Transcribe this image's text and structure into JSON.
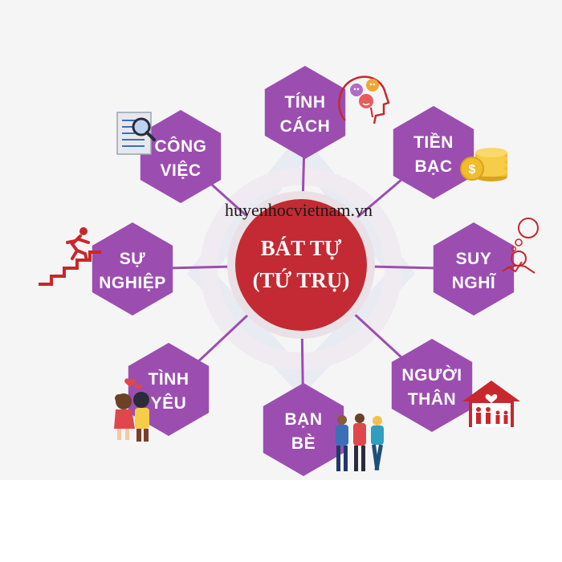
{
  "diagram": {
    "center": {
      "line1": "BÁT TỰ",
      "line2": "(TỨ TRỤ)"
    },
    "watermark": "huyenhocvietnam.vn",
    "nodes": [
      {
        "id": "tinh-cach",
        "line1": "TÍNH",
        "line2": "CÁCH",
        "icon": "emotion-faces-icon"
      },
      {
        "id": "tien-bac",
        "line1": "TIỀN",
        "line2": "BẠC",
        "icon": "gold-coins-icon"
      },
      {
        "id": "suy-nghi",
        "line1": "SUY",
        "line2": "NGHĨ",
        "icon": "thinking-person-icon"
      },
      {
        "id": "nguoi-than",
        "line1": "NGƯỜI",
        "line2": "THÂN",
        "icon": "family-house-icon"
      },
      {
        "id": "ban-be",
        "line1": "BẠN",
        "line2": "BÈ",
        "icon": "friends-group-icon"
      },
      {
        "id": "tinh-yeu",
        "line1": "TÌNH",
        "line2": "YÊU",
        "icon": "kissing-couple-icon"
      },
      {
        "id": "su-nghiep",
        "line1": "SỰ",
        "line2": "NGHIỆP",
        "icon": "running-stairs-icon"
      },
      {
        "id": "cong-viec",
        "line1": "CÔNG",
        "line2": "VIỆC",
        "icon": "document-magnifier-icon"
      }
    ],
    "colors": {
      "hexagon": "#9b4eb0",
      "connector": "#9b4eb0",
      "center": "#c42a33",
      "center_ring": "#e7dde3",
      "icon_red": "#c8272c",
      "icon_blue": "#3d6fb6"
    }
  }
}
